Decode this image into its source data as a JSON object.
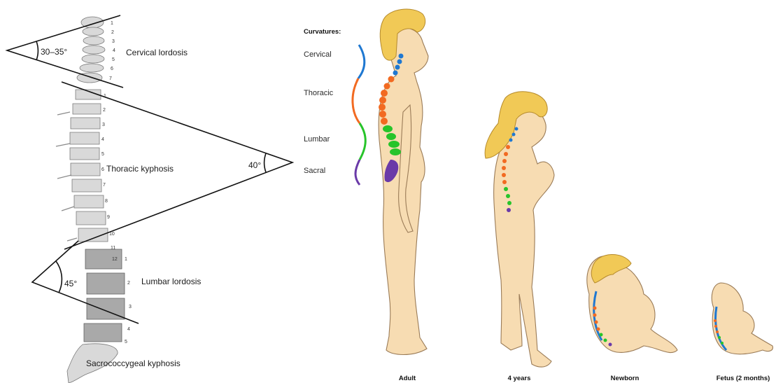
{
  "left_panel": {
    "angle_cervical": "30–35°",
    "label_cervical": "Cervical lordosis",
    "angle_thoracic": "40°",
    "label_thoracic": "Thoracic kyphosis",
    "angle_lumbar": "45°",
    "label_lumbar": "Lumbar lordosis",
    "label_sacral": "Sacrococcygeal kyphosis",
    "cervical_numbers": [
      "1",
      "2",
      "3",
      "4",
      "5",
      "6",
      "7"
    ],
    "thoracic_numbers": [
      "1",
      "2",
      "3",
      "4",
      "5",
      "6",
      "7",
      "8",
      "9",
      "10",
      "11",
      "12"
    ],
    "lumbar_numbers": [
      "1",
      "2",
      "3",
      "4",
      "5"
    ]
  },
  "right_panel": {
    "legend_title": "Curvatures:",
    "legend": [
      {
        "label": "Cervical",
        "color": "#1f78d1"
      },
      {
        "label": "Thoracic",
        "color": "#f26a21"
      },
      {
        "label": "Lumbar",
        "color": "#27c42a"
      },
      {
        "label": "Sacral",
        "color": "#6a3aa8"
      }
    ],
    "figures": [
      "Adult",
      "4 years",
      "Newborn",
      "Fetus (2 months)"
    ]
  }
}
